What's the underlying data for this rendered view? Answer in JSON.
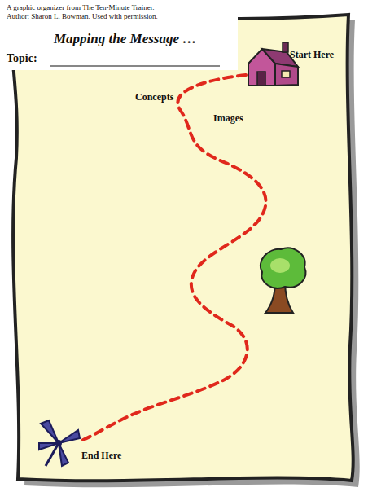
{
  "diagram": {
    "title": "Mapping the Message …",
    "labels": [
      "A graphic organizer from The Ten-Minute Trainer.",
      "Author: Sharon L. Bowman. Used with permission.",
      "Topic:",
      "Start Here",
      "Concepts",
      "Images",
      "End Here"
    ]
  }
}
